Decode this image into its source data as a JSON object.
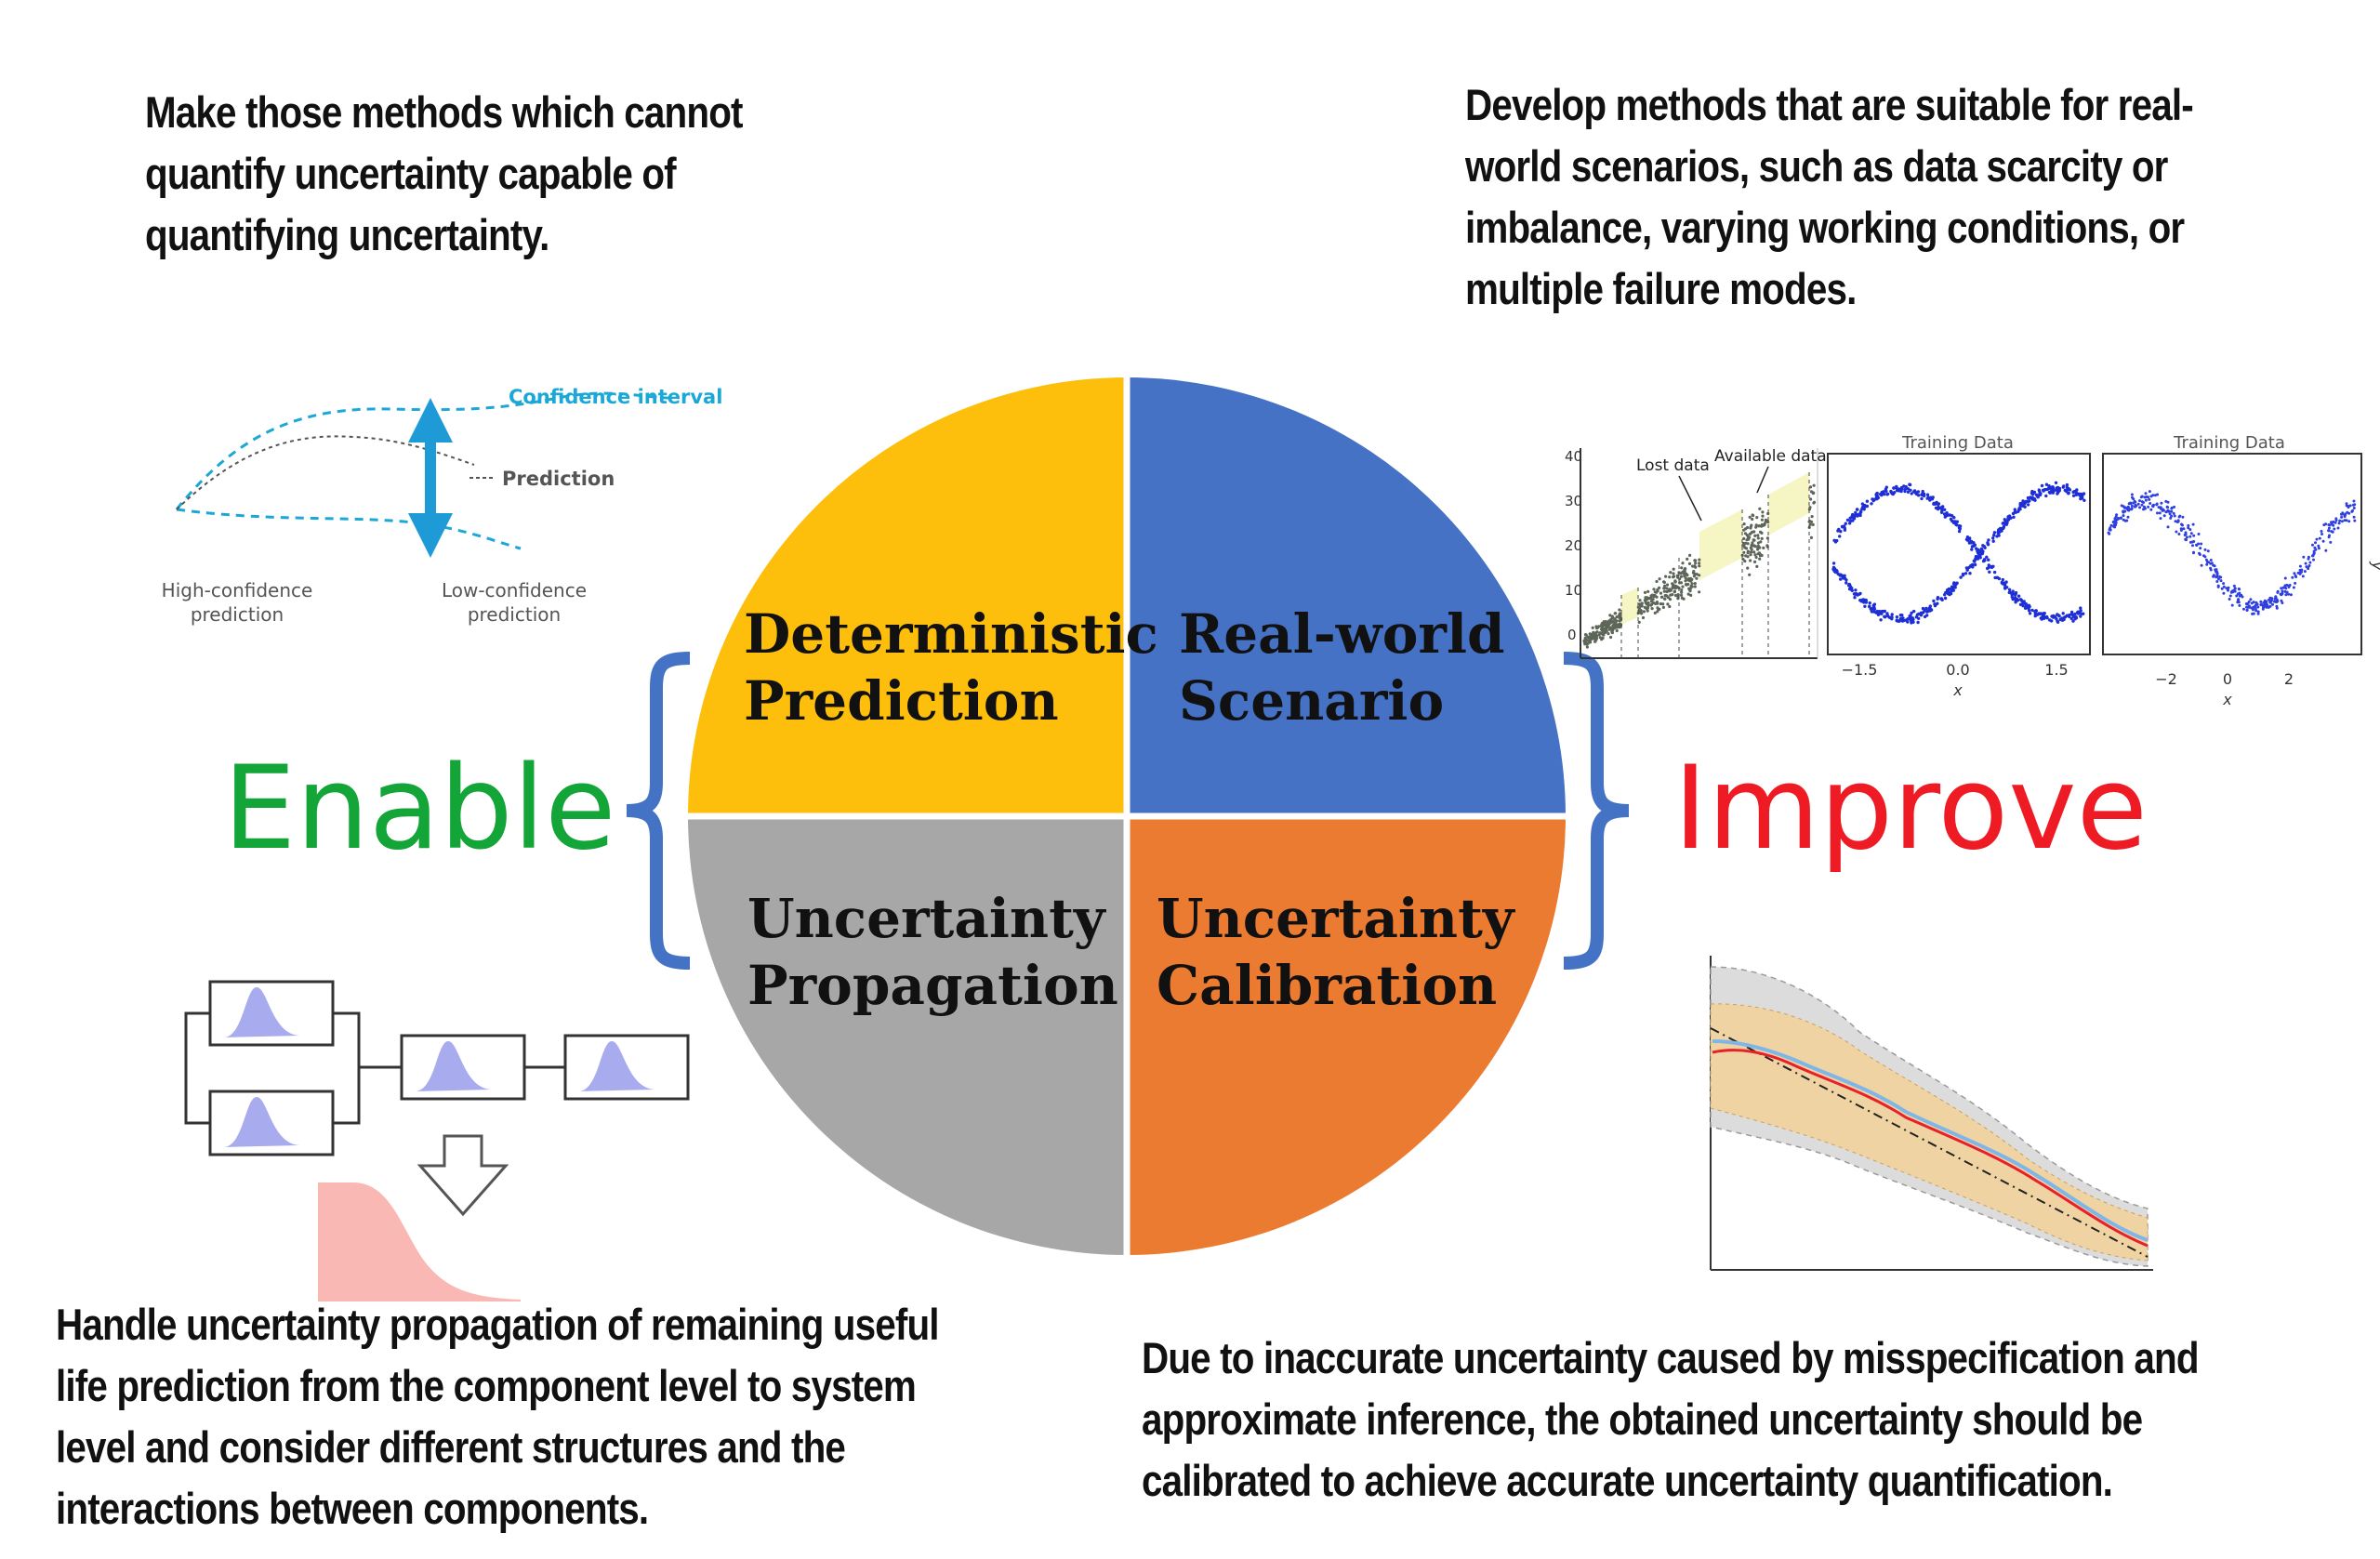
{
  "colors": {
    "deterministic": "#FDBF0B",
    "real_world": "#4572C4",
    "propagation": "#A7A7A7",
    "calibration": "#EC7B32",
    "enable": "#13A538",
    "improve": "#EE1B24",
    "brace": "#4472C4"
  },
  "center": {
    "quadrants": [
      {
        "key": "deterministic",
        "lines": [
          "Deterministic",
          "Prediction"
        ]
      },
      {
        "key": "real_world",
        "lines": [
          "Real-world",
          "Scenario"
        ]
      },
      {
        "key": "propagation",
        "lines": [
          "Uncertainty",
          "Propagation"
        ]
      },
      {
        "key": "calibration",
        "lines": [
          "Uncertainty",
          "Calibration"
        ]
      }
    ]
  },
  "enable_label": "Enable",
  "improve_label": "Improve",
  "captions": {
    "top_left": [
      "Make those methods which cannot",
      "quantify uncertainty capable of",
      "quantifying uncertainty."
    ],
    "top_right": [
      "Develop methods that are suitable for real-",
      "world scenarios, such as data scarcity or",
      "imbalance, varying working conditions, or",
      "multiple failure modes."
    ],
    "bottom_left": [
      "Handle uncertainty propagation of remaining useful",
      "life prediction from the component level to system",
      "level and consider different structures and the",
      "interactions between components."
    ],
    "bottom_right": [
      "Due to inaccurate uncertainty caused by misspecification and",
      "approximate inference, the obtained uncertainty should be",
      "calibrated to achieve accurate uncertainty quantification."
    ]
  },
  "confidence_figure": {
    "confidence_interval": "Confidence interval",
    "prediction": "Prediction",
    "high_confidence": [
      "High-confidence",
      "prediction"
    ],
    "low_confidence": [
      "Low-confidence",
      "prediction"
    ]
  },
  "scarcity_figure": {
    "lost_data": "Lost data",
    "available_data": "Available data",
    "y_ticks": [
      "40",
      "30",
      "20",
      "10",
      "0"
    ]
  },
  "training_figures": [
    {
      "title": "Training Data",
      "x_ticks": [
        "−1.5",
        "0.0",
        "1.5"
      ],
      "x_label": "x"
    },
    {
      "title": "Training Data",
      "x_ticks": [
        "−2",
        "0",
        "2"
      ],
      "x_label": "x",
      "y_label": "y"
    }
  ]
}
